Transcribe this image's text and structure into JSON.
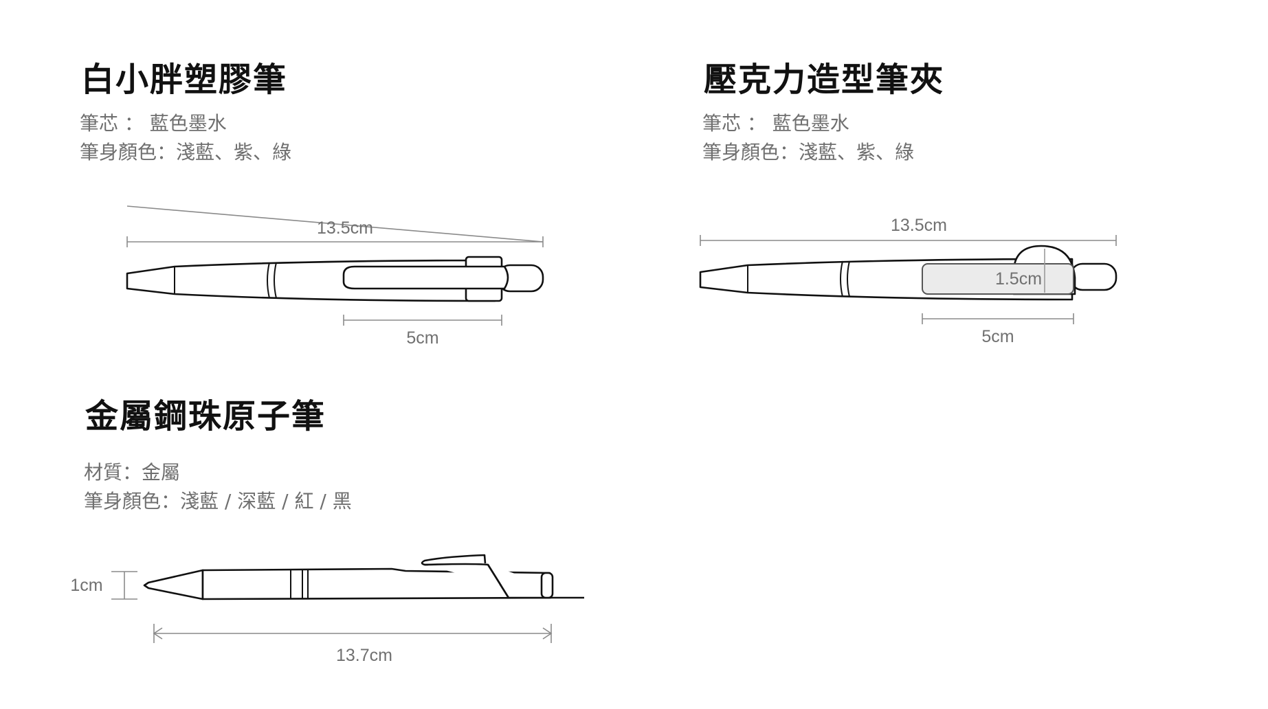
{
  "products": [
    {
      "title": "白小胖塑膠筆",
      "specs": [
        "筆芯 ： 藍色墨水",
        "筆身顏色：淺藍、紫、綠"
      ],
      "dimensions": {
        "length": "13.5cm",
        "clip": "5cm"
      }
    },
    {
      "title": "壓克力造型筆夾",
      "specs": [
        "筆芯 ： 藍色墨水",
        "筆身顏色：淺藍、紫、綠"
      ],
      "dimensions": {
        "length": "13.5cm",
        "clip_height": "1.5cm",
        "clip": "5cm"
      }
    },
    {
      "title": "金屬鋼珠原子筆",
      "specs": [
        "材質：金屬",
        "筆身顏色：淺藍 / 深藍 / 紅 / 黑"
      ],
      "dimensions": {
        "diameter": "1cm",
        "length": "13.7cm"
      }
    }
  ]
}
